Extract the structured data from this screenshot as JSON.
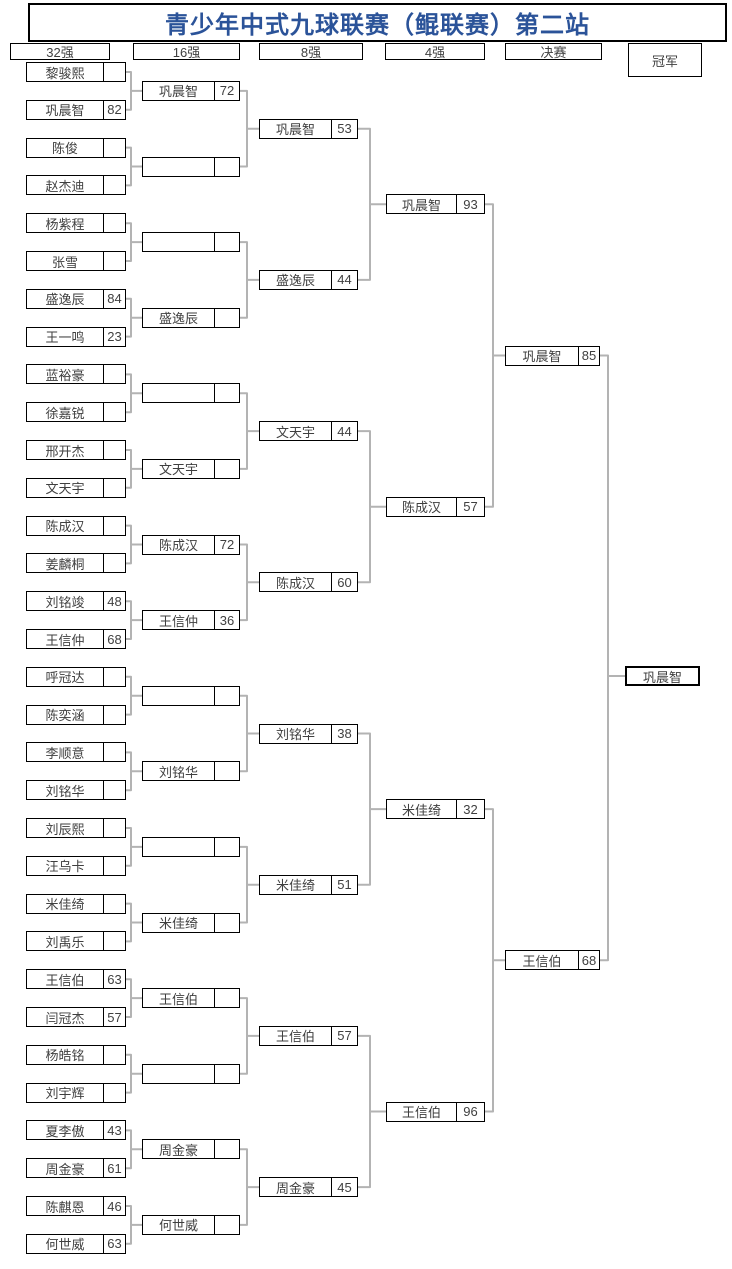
{
  "title": "青少年中式九球联赛（鲲联赛）第二站",
  "headers": [
    "32强",
    "16强",
    "8强",
    "4强",
    "决赛",
    "冠军"
  ],
  "colors": {
    "title_text": "#2b5399",
    "box_border": "#000000",
    "connector_line": "#b3b3b3",
    "text": "#3f3f3f"
  },
  "bracket": {
    "round_of_32": [
      {
        "name": "黎骏熙",
        "score": ""
      },
      {
        "name": "巩晨智",
        "score": "82"
      },
      {
        "name": "陈俊",
        "score": ""
      },
      {
        "name": "赵杰迪",
        "score": ""
      },
      {
        "name": "杨紫程",
        "score": ""
      },
      {
        "name": "张雪",
        "score": ""
      },
      {
        "name": "盛逸辰",
        "score": "84"
      },
      {
        "name": "王一鸣",
        "score": "23"
      },
      {
        "name": "蓝裕豪",
        "score": ""
      },
      {
        "name": "徐嘉锐",
        "score": ""
      },
      {
        "name": "邢开杰",
        "score": ""
      },
      {
        "name": "文天宇",
        "score": ""
      },
      {
        "name": "陈成汉",
        "score": ""
      },
      {
        "name": "姜麟桐",
        "score": ""
      },
      {
        "name": "刘铭竣",
        "score": "48"
      },
      {
        "name": "王信仲",
        "score": "68"
      },
      {
        "name": "呼冠达",
        "score": ""
      },
      {
        "name": "陈奕涵",
        "score": ""
      },
      {
        "name": "李顺意",
        "score": ""
      },
      {
        "name": "刘铭华",
        "score": ""
      },
      {
        "name": "刘辰熙",
        "score": ""
      },
      {
        "name": "汪乌卡",
        "score": ""
      },
      {
        "name": "米佳绮",
        "score": ""
      },
      {
        "name": "刘禹乐",
        "score": ""
      },
      {
        "name": "王信伯",
        "score": "63"
      },
      {
        "name": "闫冠杰",
        "score": "57"
      },
      {
        "name": "杨皓铭",
        "score": ""
      },
      {
        "name": "刘宇辉",
        "score": ""
      },
      {
        "name": "夏李傲",
        "score": "43"
      },
      {
        "name": "周金豪",
        "score": "61"
      },
      {
        "name": "陈麒恩",
        "score": "46"
      },
      {
        "name": "何世威",
        "score": "63"
      }
    ],
    "round_of_16": [
      {
        "name": "巩晨智",
        "score": "72"
      },
      {
        "name": "",
        "score": ""
      },
      {
        "name": "",
        "score": ""
      },
      {
        "name": "盛逸辰",
        "score": ""
      },
      {
        "name": "",
        "score": ""
      },
      {
        "name": "文天宇",
        "score": ""
      },
      {
        "name": "陈成汉",
        "score": "72"
      },
      {
        "name": "王信仲",
        "score": "36"
      },
      {
        "name": "",
        "score": ""
      },
      {
        "name": "刘铭华",
        "score": ""
      },
      {
        "name": "",
        "score": ""
      },
      {
        "name": "米佳绮",
        "score": ""
      },
      {
        "name": "王信伯",
        "score": ""
      },
      {
        "name": "",
        "score": ""
      },
      {
        "name": "周金豪",
        "score": ""
      },
      {
        "name": "何世威",
        "score": ""
      }
    ],
    "round_of_8": [
      {
        "name": "巩晨智",
        "score": "53"
      },
      {
        "name": "盛逸辰",
        "score": "44"
      },
      {
        "name": "文天宇",
        "score": "44"
      },
      {
        "name": "陈成汉",
        "score": "60"
      },
      {
        "name": "刘铭华",
        "score": "38"
      },
      {
        "name": "米佳绮",
        "score": "51"
      },
      {
        "name": "王信伯",
        "score": "57"
      },
      {
        "name": "周金豪",
        "score": "45"
      }
    ],
    "round_of_4": [
      {
        "name": "巩晨智",
        "score": "93"
      },
      {
        "name": "陈成汉",
        "score": "57"
      },
      {
        "name": "米佳绮",
        "score": "32"
      },
      {
        "name": "王信伯",
        "score": "96"
      }
    ],
    "final": [
      {
        "name": "巩晨智",
        "score": "85"
      },
      {
        "name": "王信伯",
        "score": "68"
      }
    ],
    "champion": {
      "name": "巩晨智"
    }
  }
}
